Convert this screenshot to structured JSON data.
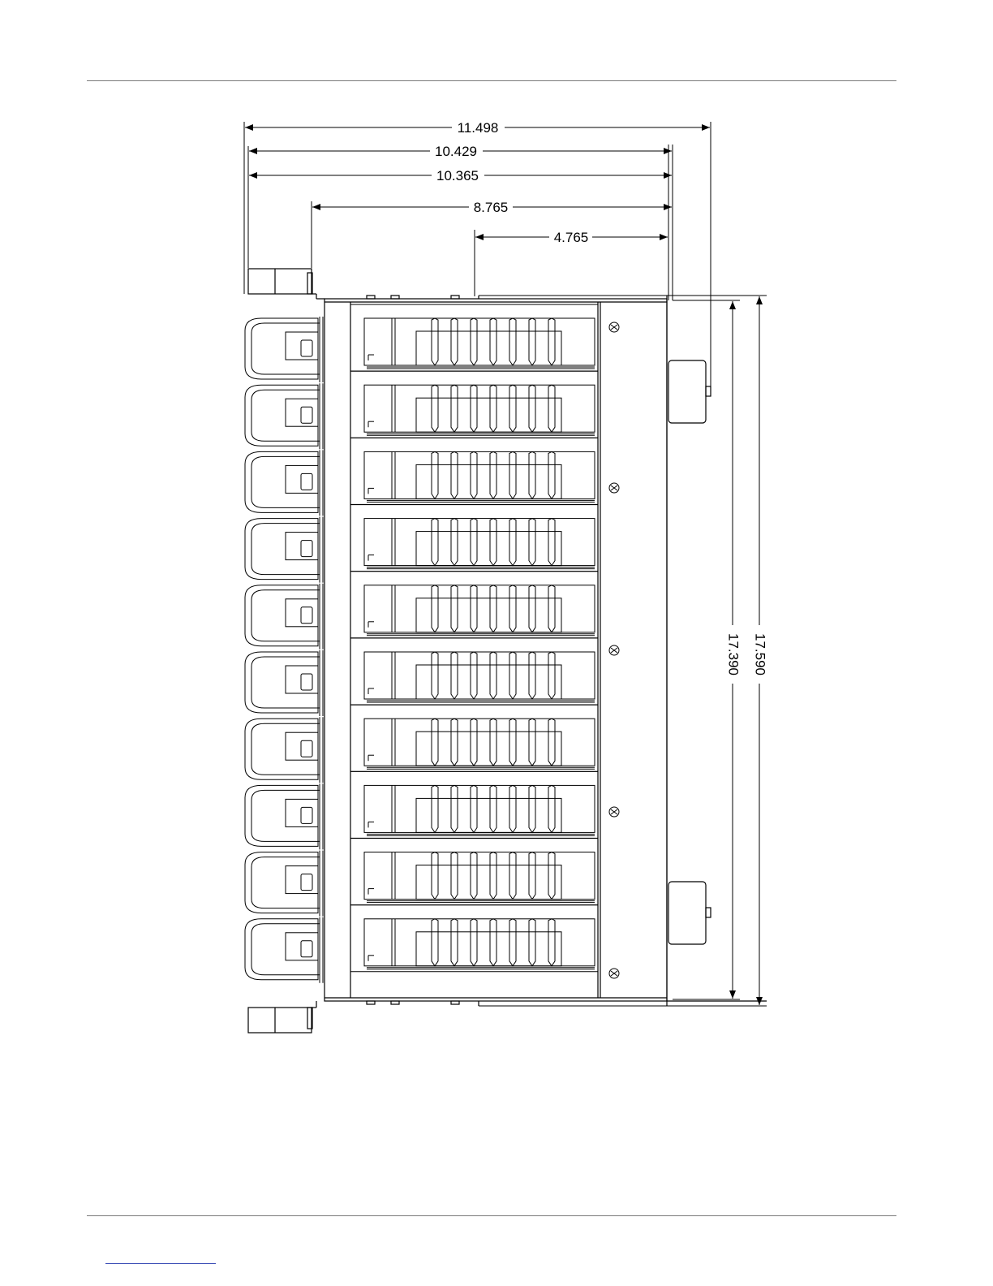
{
  "drawing": {
    "horizontal_dimensions": [
      "11.498",
      "10.429",
      "10.365",
      "8.765",
      "4.765"
    ],
    "vertical_dimensions": [
      "17.390",
      "17.590"
    ],
    "drive_bay_count": 10,
    "line_color": "#000000"
  }
}
